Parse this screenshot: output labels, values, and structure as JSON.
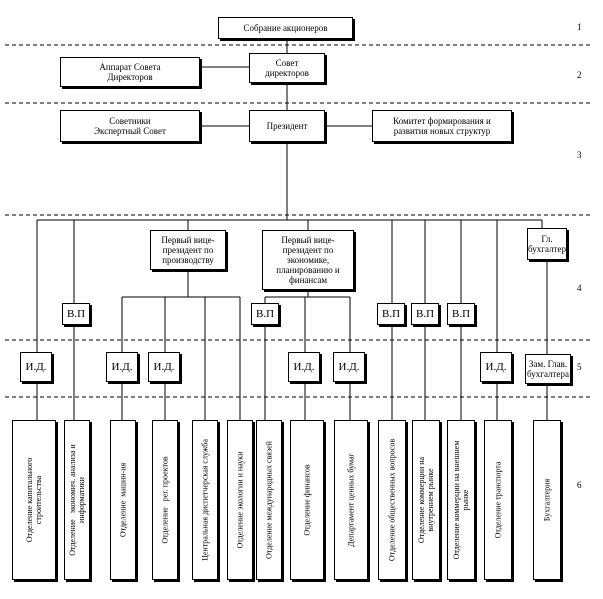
{
  "level_numbers": [
    "1",
    "2",
    "3",
    "4",
    "5",
    "6"
  ],
  "top": {
    "shareholders": "Собрание акционеров",
    "board": "Совет\nдиректоров",
    "board_office": "Аппарат Совета\nДиректоров",
    "advisers": "Советники\nЭкспертный Совет",
    "president": "Президент",
    "committee": "Комитет формирования и\nразвития новых структур"
  },
  "vice": {
    "production": "Первый вице-\nпрезидент по\nпроизводству",
    "economics": "Первый вице-\nпрезидент по\nэкономике,\nпланированию и\nфинансам",
    "chief_accountant": "Гл.\nбухгалтер"
  },
  "vp_label": "В.П",
  "id_label": "И.Д.",
  "deputy_accountant": "Зам. Глав.\nбухгалтера",
  "departments": [
    "Отделение капитального\nстроительства",
    "Отделение   экономич. анализа и\nинформатики",
    "Отделение  машин-ия",
    "Отделение   рег. проектов",
    "Центральная диспетчерская служба",
    "Отделение экологии и науки",
    "Отделение международных связей",
    "Отделение финансов",
    "Департамент ценных бумаг",
    "Отделение общественных вопросов",
    "Отделение коммерции на\nвнутреннем рынке",
    "Отделение коммерции на внешнем\nрынке",
    "Отделение транспорта",
    "Бухгалтерия"
  ]
}
